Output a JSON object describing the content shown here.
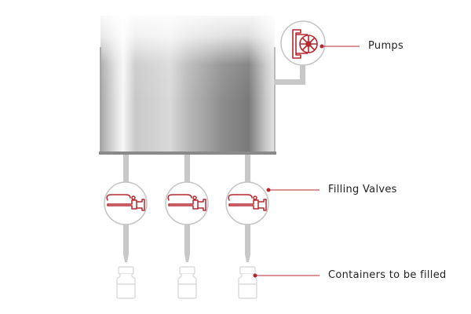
{
  "labels": {
    "pumps": "Pumps",
    "filling_valves": "Filling Valves",
    "containers": "Containers to be filled"
  },
  "icons": {
    "pump": "pump-icon",
    "valve": "filling-valve-icon",
    "container": "container-bottle-icon"
  },
  "colors": {
    "accent": "#b5282e",
    "pipe": "#c8c8c8",
    "container_outline": "#d4d4d4",
    "tank_dark": "#666666",
    "text": "#222222"
  }
}
